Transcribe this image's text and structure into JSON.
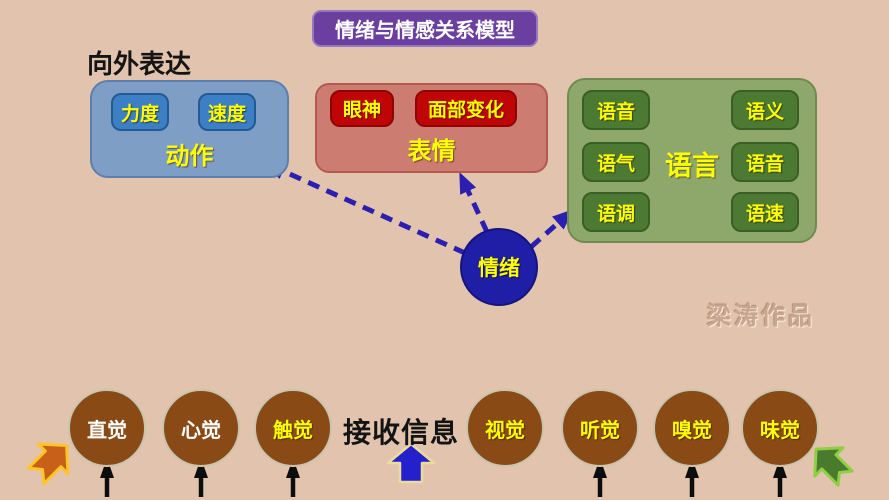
{
  "title": "情绪与情感关系模型",
  "labels": {
    "express": "向外表达",
    "receive": "接收信息",
    "watermark": "梁涛作品"
  },
  "boxes": {
    "action": {
      "label": "动作",
      "items": [
        "力度",
        "速度"
      ]
    },
    "expression": {
      "label": "表情",
      "items": [
        "眼神",
        "面部变化"
      ]
    },
    "language": {
      "label": "语言",
      "left_items": [
        "语音",
        "语气",
        "语调"
      ],
      "right_items": [
        "语义",
        "语音",
        "语速"
      ]
    }
  },
  "emotion": {
    "label": "情绪"
  },
  "senses": [
    {
      "label": "直觉",
      "text_color": "#ffffff"
    },
    {
      "label": "心觉",
      "text_color": "#ffffff"
    },
    {
      "label": "触觉",
      "text_color": "#ffff00"
    },
    {
      "label": "视觉",
      "text_color": "#ffff00"
    },
    {
      "label": "听觉",
      "text_color": "#ffff00"
    },
    {
      "label": "嗅觉",
      "text_color": "#ffff00"
    },
    {
      "label": "味觉",
      "text_color": "#ffff00"
    }
  ],
  "icons": {
    "dashed_arrows": [
      "emotion-to-action",
      "emotion-to-expression",
      "emotion-to-language"
    ],
    "up_arrows_under": [
      "直觉",
      "心觉",
      "触觉",
      "听觉",
      "嗅觉",
      "味觉"
    ],
    "block_arrows": [
      "orange-northeast",
      "blue-up",
      "green-northwest"
    ]
  },
  "colors": {
    "background": "#e2c3ad",
    "title_bg": "#6a3fa0",
    "action_box": "#7f9ec6",
    "action_button": "#3c7fc4",
    "expression_box": "#cd7c71",
    "expression_button": "#c00505",
    "language_box": "#8ea86b",
    "language_button": "#4d7a33",
    "emotion_circle": "#1e1fa6",
    "sense_circle": "#8a4a15",
    "dashed_arrow": "#2a1fb0",
    "orange_arrow": "#c8601a",
    "blue_arrow": "#2320cc",
    "green_arrow": "#4a7a2e",
    "yellow_text": "#ffff00"
  }
}
